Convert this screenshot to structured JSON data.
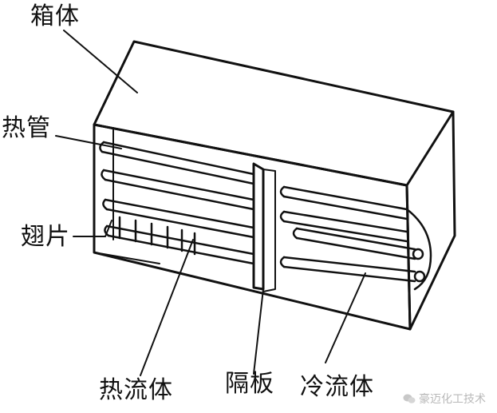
{
  "labels": {
    "casing": "箱体",
    "heat_pipe": "热管",
    "fin": "翅片",
    "hot_fluid": "热流体",
    "partition": "隔板",
    "cold_fluid": "冷流体"
  },
  "watermark": "豪迈化工技术"
}
